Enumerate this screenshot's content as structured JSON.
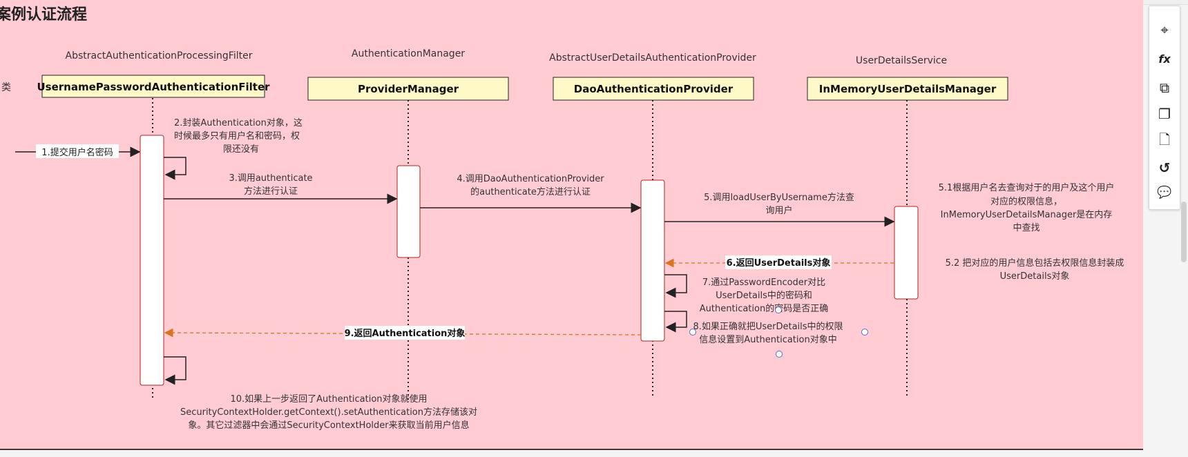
{
  "title": "案例认证流程",
  "side_label": "类",
  "participants": [
    {
      "category": "AbstractAuthenticationProcessingFilter",
      "name": "UsernamePasswordAuthenticationFilter"
    },
    {
      "category": "AuthenticationManager",
      "name": "ProviderManager"
    },
    {
      "category": "AbstractUserDetailsAuthenticationProvider",
      "name": "DaoAuthenticationProvider"
    },
    {
      "category": "UserDetailsService",
      "name": "InMemoryUserDetailsManager"
    }
  ],
  "messages": {
    "m1": "1.提交用户名密码",
    "m2": [
      "2.封装Authentication对象，这",
      "时候最多只有用户名和密码，权",
      "限还没有"
    ],
    "m3": [
      "3.调用authenticate",
      "方法进行认证"
    ],
    "m4": [
      "4.调用DaoAuthenticationProvider",
      "的authenticate方法进行认证"
    ],
    "m5": [
      "5.调用loadUserByUsername方法查",
      "询用户"
    ],
    "m51": [
      "5.1根据用户名去查询对于的用户及这个用户",
      "对应的权限信息，",
      "InMemoryUserDetailsManager是在内存",
      "中查找"
    ],
    "m52": [
      "5.2 把对应的用户信息包括去权限信息封装成",
      "UserDetails对象"
    ],
    "m6": "6.返回UserDetails对象",
    "m7": [
      "7.通过PasswordEncoder对比",
      "UserDetails中的密码和",
      "Authentication的密码是否正确"
    ],
    "m8": [
      "8.如果正确就把UserDetails中的权限",
      "信息设置到Authentication对象中"
    ],
    "m9": "9.返回Authentication对象",
    "m10": [
      "10.如果上一步返回了Authentication对象就使用",
      "SecurityContextHolder.getContext().setAuthentication方法存储该对",
      "象。其它过滤器中会通过SecurityContextHolder来获取当前用户信息"
    ]
  },
  "toolbar": {
    "items": [
      {
        "name": "navigate-icon",
        "glyph": "⌖"
      },
      {
        "name": "fx-icon",
        "glyph": "fx"
      },
      {
        "name": "crop-icon",
        "glyph": "⧉"
      },
      {
        "name": "pages-icon",
        "glyph": "❐"
      },
      {
        "name": "page-icon",
        "glyph": "🗋"
      },
      {
        "name": "history-icon",
        "glyph": "↺"
      },
      {
        "name": "comment-icon",
        "glyph": "💬"
      }
    ]
  },
  "colors": {
    "canvas": "#ffccd4",
    "participant_fill": "#fff9c7",
    "return_arrow": "#d9731e",
    "lifeline": "#222222",
    "activation_border": "#b22222"
  }
}
